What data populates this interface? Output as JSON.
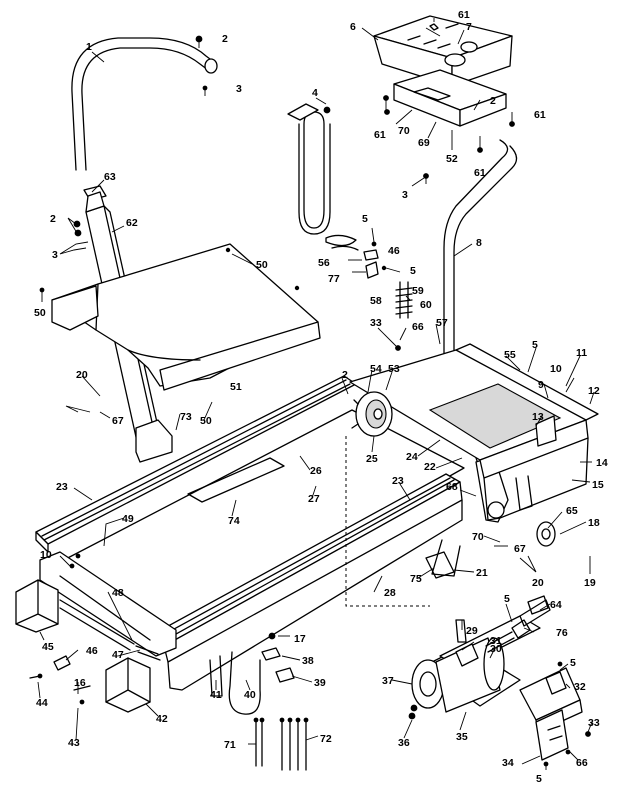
{
  "callouts": [
    {
      "id": "c1",
      "label": "1"
    },
    {
      "id": "c2a",
      "label": "2"
    },
    {
      "id": "c3a",
      "label": "3"
    },
    {
      "id": "c4",
      "label": "4"
    },
    {
      "id": "c6",
      "label": "6"
    },
    {
      "id": "c61a",
      "label": "61"
    },
    {
      "id": "c7",
      "label": "7"
    },
    {
      "id": "c2b",
      "label": "2"
    },
    {
      "id": "c61b",
      "label": "61"
    },
    {
      "id": "c61c",
      "label": "61"
    },
    {
      "id": "c70a",
      "label": "70"
    },
    {
      "id": "c69",
      "label": "69"
    },
    {
      "id": "c52",
      "label": "52"
    },
    {
      "id": "c61d",
      "label": "61"
    },
    {
      "id": "c3b",
      "label": "3"
    },
    {
      "id": "c63",
      "label": "63"
    },
    {
      "id": "c2c",
      "label": "2"
    },
    {
      "id": "c62",
      "label": "62"
    },
    {
      "id": "c3c",
      "label": "3"
    },
    {
      "id": "c5a",
      "label": "5"
    },
    {
      "id": "c46",
      "label": "46"
    },
    {
      "id": "c56",
      "label": "56"
    },
    {
      "id": "c77",
      "label": "77"
    },
    {
      "id": "c5b",
      "label": "5"
    },
    {
      "id": "c8",
      "label": "8"
    },
    {
      "id": "c50a",
      "label": "50"
    },
    {
      "id": "c50b",
      "label": "50"
    },
    {
      "id": "c59",
      "label": "59"
    },
    {
      "id": "c58",
      "label": "58"
    },
    {
      "id": "c60",
      "label": "60"
    },
    {
      "id": "c33a",
      "label": "33"
    },
    {
      "id": "c66a",
      "label": "66"
    },
    {
      "id": "c57",
      "label": "57"
    },
    {
      "id": "c51",
      "label": "51"
    },
    {
      "id": "c55",
      "label": "55"
    },
    {
      "id": "c5c",
      "label": "5"
    },
    {
      "id": "c11",
      "label": "11"
    },
    {
      "id": "c10a",
      "label": "10"
    },
    {
      "id": "c9",
      "label": "9"
    },
    {
      "id": "c12",
      "label": "12"
    },
    {
      "id": "c20a",
      "label": "20"
    },
    {
      "id": "c67a",
      "label": "67"
    },
    {
      "id": "c2d",
      "label": "2"
    },
    {
      "id": "c54",
      "label": "54"
    },
    {
      "id": "c53",
      "label": "53"
    },
    {
      "id": "c73",
      "label": "73"
    },
    {
      "id": "c50c",
      "label": "50"
    },
    {
      "id": "c13",
      "label": "13"
    },
    {
      "id": "c25",
      "label": "25"
    },
    {
      "id": "c24",
      "label": "24"
    },
    {
      "id": "c22",
      "label": "22"
    },
    {
      "id": "c14",
      "label": "14"
    },
    {
      "id": "c15",
      "label": "15"
    },
    {
      "id": "c26",
      "label": "26"
    },
    {
      "id": "c23a",
      "label": "23"
    },
    {
      "id": "c23b",
      "label": "23"
    },
    {
      "id": "c68",
      "label": "68"
    },
    {
      "id": "c74",
      "label": "74"
    },
    {
      "id": "c27",
      "label": "27"
    },
    {
      "id": "c65",
      "label": "65"
    },
    {
      "id": "c18",
      "label": "18"
    },
    {
      "id": "c49",
      "label": "49"
    },
    {
      "id": "c70b",
      "label": "70"
    },
    {
      "id": "c67b",
      "label": "67"
    },
    {
      "id": "c20b",
      "label": "20"
    },
    {
      "id": "c19",
      "label": "19"
    },
    {
      "id": "c10b",
      "label": "10"
    },
    {
      "id": "c75",
      "label": "75"
    },
    {
      "id": "c21",
      "label": "21"
    },
    {
      "id": "c48",
      "label": "48"
    },
    {
      "id": "c28",
      "label": "28"
    },
    {
      "id": "c5d",
      "label": "5"
    },
    {
      "id": "c64",
      "label": "64"
    },
    {
      "id": "c76",
      "label": "76"
    },
    {
      "id": "c29",
      "label": "29"
    },
    {
      "id": "c45",
      "label": "45"
    },
    {
      "id": "c17",
      "label": "17"
    },
    {
      "id": "c30",
      "label": "30"
    },
    {
      "id": "c31",
      "label": "31"
    },
    {
      "id": "c46b",
      "label": "46"
    },
    {
      "id": "c47",
      "label": "47"
    },
    {
      "id": "c38",
      "label": "38"
    },
    {
      "id": "c5e",
      "label": "5"
    },
    {
      "id": "c37",
      "label": "37"
    },
    {
      "id": "c32",
      "label": "32"
    },
    {
      "id": "c44",
      "label": "44"
    },
    {
      "id": "c16",
      "label": "16"
    },
    {
      "id": "c41",
      "label": "41"
    },
    {
      "id": "c40",
      "label": "40"
    },
    {
      "id": "c39",
      "label": "39"
    },
    {
      "id": "c42",
      "label": "42"
    },
    {
      "id": "c36",
      "label": "36"
    },
    {
      "id": "c35",
      "label": "35"
    },
    {
      "id": "c33b",
      "label": "33"
    },
    {
      "id": "c43",
      "label": "43"
    },
    {
      "id": "c71",
      "label": "71"
    },
    {
      "id": "c72",
      "label": "72"
    },
    {
      "id": "c34",
      "label": "34"
    },
    {
      "id": "c5f",
      "label": "5"
    },
    {
      "id": "c66b",
      "label": "66"
    }
  ]
}
